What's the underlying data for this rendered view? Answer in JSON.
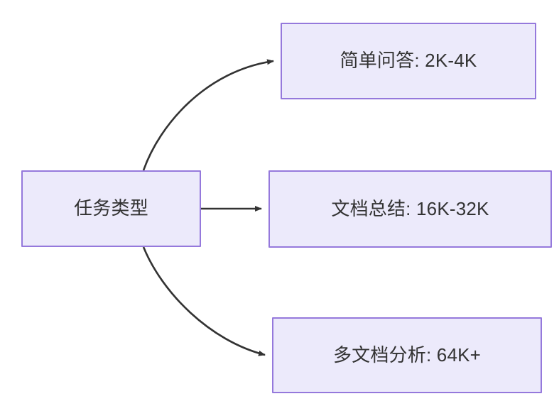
{
  "diagram": {
    "type": "flowchart",
    "direction": "left-to-right",
    "background_color": "#FFFFFF",
    "node_fill_color": "#ECEAFB",
    "node_border_color": "#9579DC",
    "node_text_color": "#333333",
    "edge_color": "#333333",
    "root": {
      "id": "root",
      "label": "任务类型"
    },
    "branches": [
      {
        "id": "simple-qa",
        "label": "简单问答: 2K-4K",
        "task": "简单问答",
        "context_length": "2K-4K",
        "edge_style": "curved-up"
      },
      {
        "id": "doc-summary",
        "label": "文档总结: 16K-32K",
        "task": "文档总结",
        "context_length": "16K-32K",
        "edge_style": "straight"
      },
      {
        "id": "multi-doc",
        "label": "多文档分析: 64K+",
        "task": "多文档分析",
        "context_length": "64K+",
        "edge_style": "curved-down"
      }
    ]
  }
}
